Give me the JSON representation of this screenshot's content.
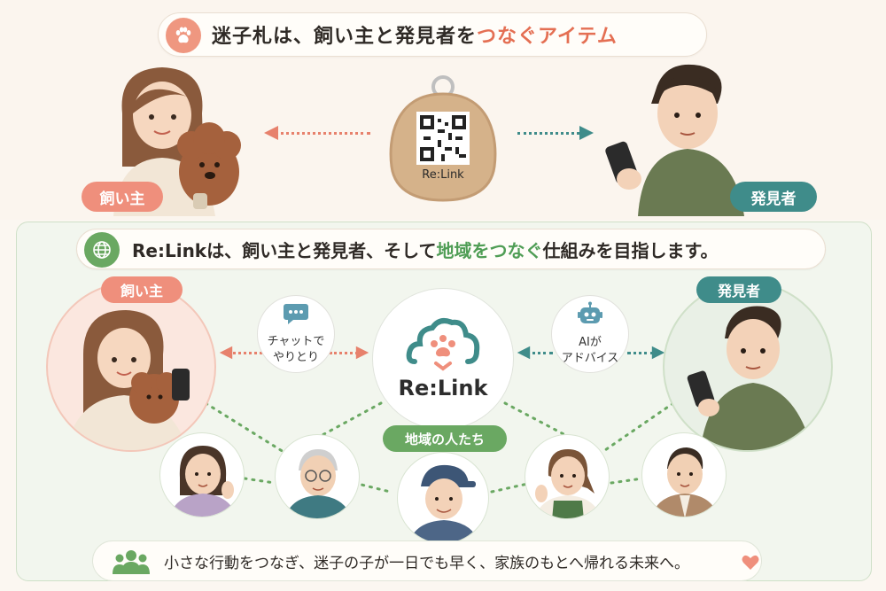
{
  "top": {
    "title_main": "迷子札は、飼い主と発見者を",
    "title_highlight": "つなぐアイテム",
    "tag_label": "Re:Link",
    "owner_label": "飼い主",
    "finder_label": "発見者"
  },
  "bottom": {
    "title_part1": "Re:Linkは、飼い主と発見者、そして",
    "title_highlight": "地域をつなぐ",
    "title_part2": "仕組みを目指します。",
    "owner_label": "飼い主",
    "finder_label": "発見者",
    "center_label": "Re:Link",
    "chat_bubble_line1": "チャットで",
    "chat_bubble_line2": "やりとり",
    "ai_bubble_line1": "AIが",
    "ai_bubble_line2": "アドバイス",
    "community_label": "地域の人たち",
    "footer_text": "小さな行動をつなぎ、迷子の子が一日でも早く、家族のもとへ帰れる未来へ。"
  },
  "colors": {
    "owner": "#ef8f7c",
    "finder": "#3f8c8a",
    "community": "#6aa862",
    "highlight_orange": "#e46f53",
    "highlight_green": "#4f9d55"
  },
  "icons": [
    "paw-icon",
    "globe-icon",
    "chat-icon",
    "robot-icon",
    "people-icon",
    "heart-icon",
    "qr-code-icon"
  ]
}
